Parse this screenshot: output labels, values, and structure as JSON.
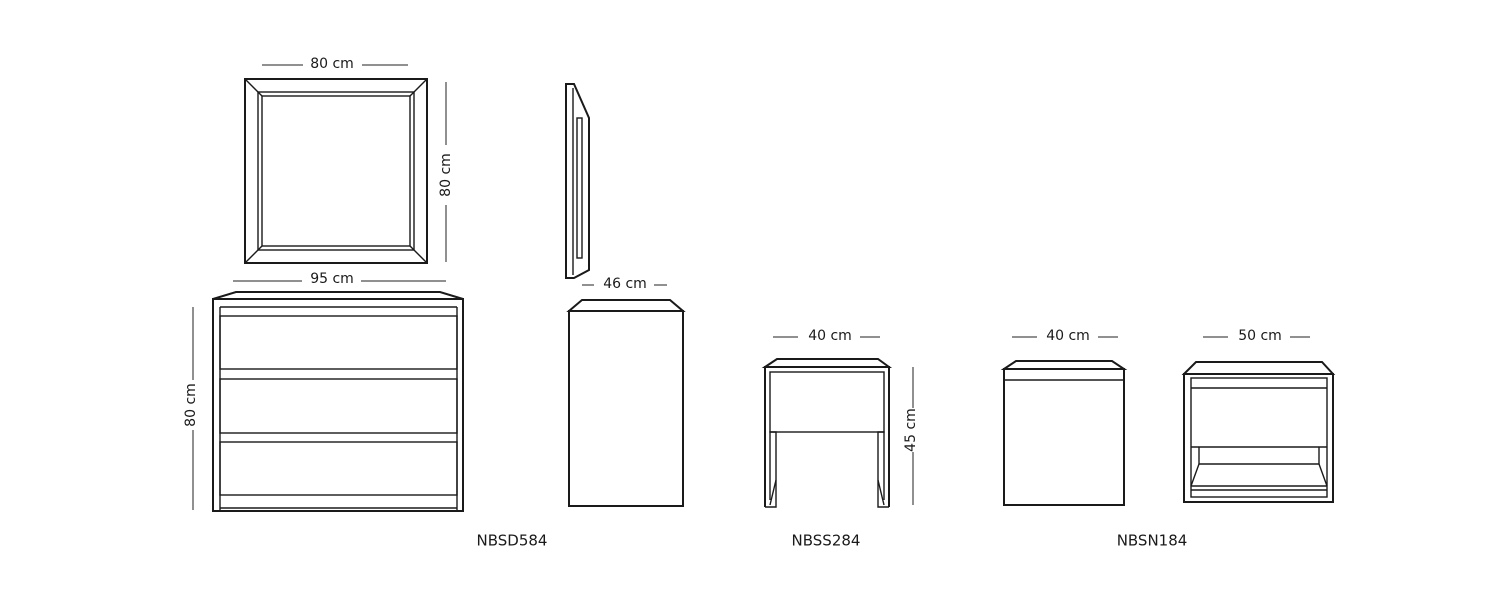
{
  "mirror": {
    "width_label": "80 cm",
    "height_label": "80 cm"
  },
  "dresser": {
    "width_label": "95 cm",
    "height_label": "80 cm",
    "depth_label": "46 cm",
    "code": "NBSD584"
  },
  "stool": {
    "width_label": "40 cm",
    "height_label": "45 cm",
    "code": "NBSS284"
  },
  "nightstand": {
    "depth_label": "40 cm",
    "width_label": "50 cm",
    "code": "NBSN184"
  },
  "colors": {
    "line": "#1a1a1a",
    "background": "#ffffff"
  }
}
